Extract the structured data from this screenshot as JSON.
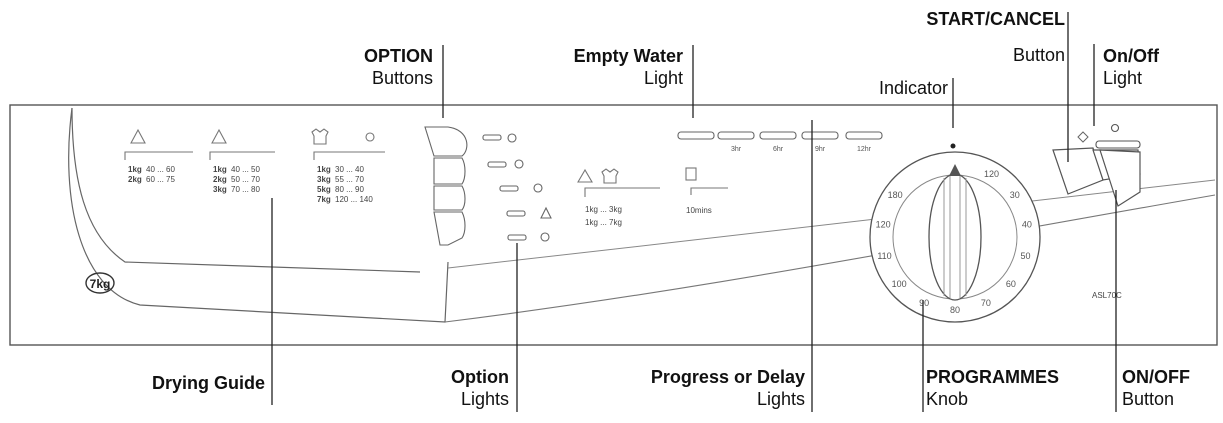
{
  "callouts": {
    "option_buttons": {
      "bold": "OPTION",
      "normal": "Buttons"
    },
    "empty_water": {
      "bold": "Empty Water",
      "normal": "Light"
    },
    "start_cancel": {
      "bold": "START/CANCEL",
      "normal": "Button"
    },
    "indicator": {
      "normal": "Indicator"
    },
    "onoff_light": {
      "bold": "On/Off",
      "normal": "Light"
    },
    "drying_guide": {
      "bold": "Drying Guide"
    },
    "option_lights": {
      "bold": "Option",
      "normal": "Lights"
    },
    "progress_delay": {
      "bold": "Progress or Delay",
      "normal": "Lights"
    },
    "programmes": {
      "bold": "PROGRAMMES",
      "normal": "Knob"
    },
    "onoff_button": {
      "bold": "ON/OFF",
      "normal": "Button"
    }
  },
  "panel": {
    "capacity_badge": "7kg",
    "model": "ASL70C",
    "guide_col1": [
      [
        "1kg",
        "40 ... 60"
      ],
      [
        "2kg",
        "60 ... 75"
      ]
    ],
    "guide_col2": [
      [
        "1kg",
        "40 ... 50"
      ],
      [
        "2kg",
        "50 ... 70"
      ],
      [
        "3kg",
        "70 ... 80"
      ]
    ],
    "guide_col3": [
      [
        "1kg",
        "30 ... 40"
      ],
      [
        "3kg",
        "55 ... 70"
      ],
      [
        "5kg",
        "80 ... 90"
      ],
      [
        "7kg",
        "120 ... 140"
      ]
    ],
    "load_labels": [
      "1kg ... 3kg",
      "1kg ... 7kg"
    ],
    "timer_label": "10mins",
    "progress_labels": [
      "",
      "3hr",
      "6hr",
      "9hr",
      "12hr"
    ],
    "dial_numbers": [
      "120",
      "30",
      "40",
      "50",
      "60",
      "70",
      "80",
      "90",
      "100",
      "110",
      "120",
      "180"
    ]
  }
}
